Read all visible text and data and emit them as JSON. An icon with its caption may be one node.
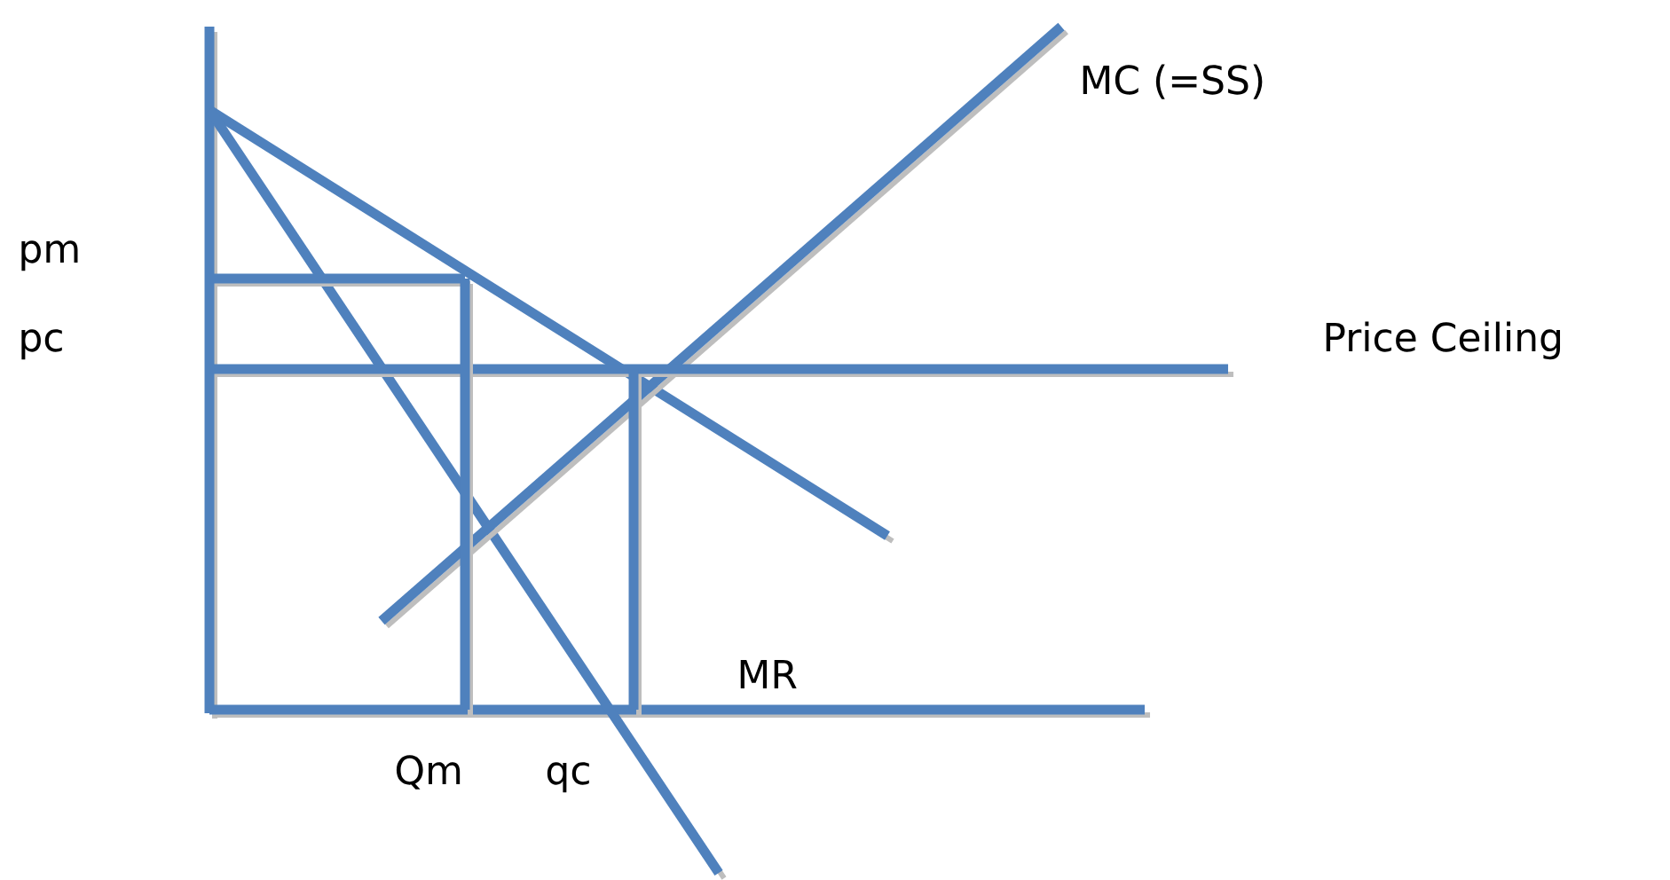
{
  "diagram": {
    "labels": [
      "MC (=SS)",
      "pm",
      "pc",
      "Price Ceiling",
      "MR",
      "Qm",
      "qc"
    ]
  }
}
